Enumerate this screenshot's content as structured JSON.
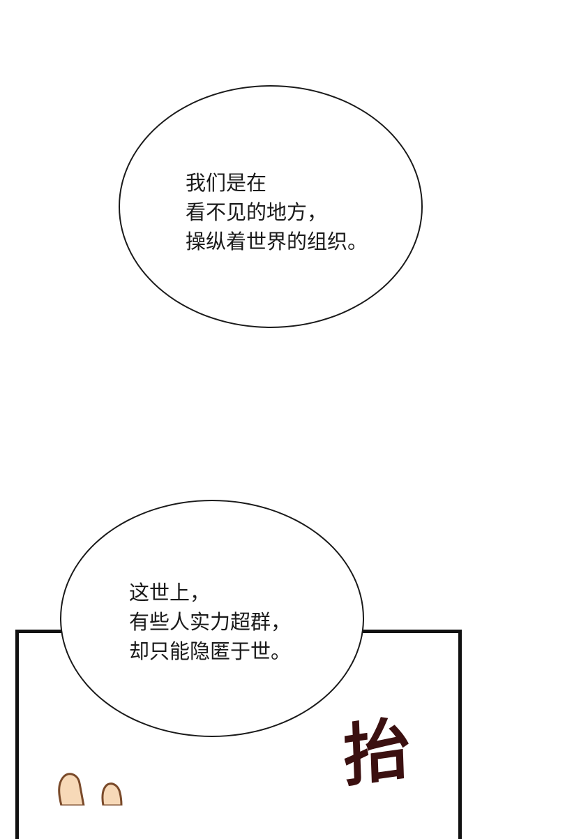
{
  "bubble_top": {
    "lines": [
      "我们是在",
      "看不见的地方，",
      "操纵着世界的组织。"
    ]
  },
  "bubble_bottom": {
    "lines": [
      "这世上，",
      "有些人实力超群，",
      "却只能隐匿于世。"
    ]
  },
  "panel": {
    "sfx_text": "抬",
    "sfx_color": "#3b1010",
    "border_color": "#111111"
  }
}
